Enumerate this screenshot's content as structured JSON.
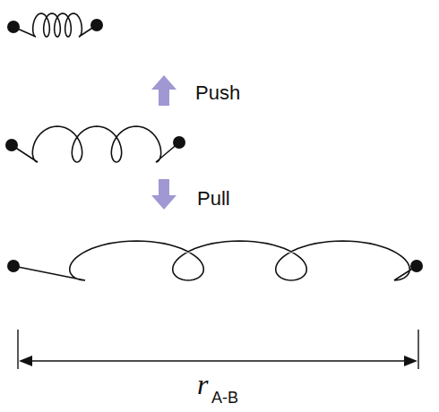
{
  "diagram": {
    "labels": [
      "Push",
      "Pull",
      "r",
      "A-B"
    ]
  }
}
